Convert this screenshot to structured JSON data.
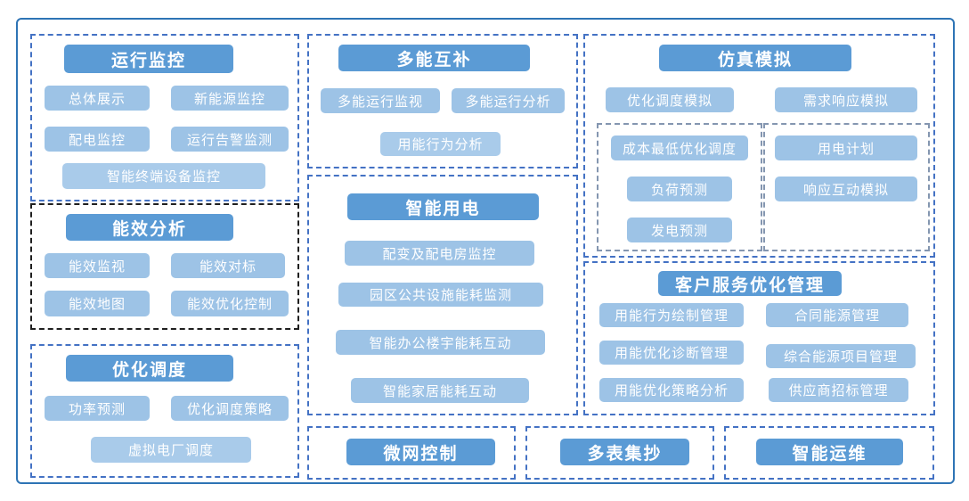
{
  "diagram_title": "",
  "colors": {
    "header_button_bg": "#5B9BD5",
    "item_button_bg": "#9DC3E6",
    "item_button_light_bg": "#A9CBEA",
    "button_text": "#FFFFFF",
    "section_dash_border": "#4472C4",
    "efficiency_section_dash_border": "#1F1F1F",
    "inner_group_dash_border": "#8496B0",
    "outer_frame_border": "#2E74B5",
    "background": "#FFFFFF"
  },
  "sections": [
    {
      "id": "operation-monitoring",
      "title": "运行监控",
      "items": [
        "总体展示",
        "新能源监控",
        "配电监控",
        "运行告警监测",
        "智能终端设备监控"
      ]
    },
    {
      "id": "energy-efficiency-analysis",
      "title": "能效分析",
      "items": [
        "能效监视",
        "能效对标",
        "能效地图",
        "能效优化控制"
      ]
    },
    {
      "id": "optimal-dispatch",
      "title": "优化调度",
      "items": [
        "功率预测",
        "优化调度策略",
        "虚拟电厂调度"
      ]
    },
    {
      "id": "multi-energy-complementation",
      "title": "多能互补",
      "items": [
        "多能运行监视",
        "多能运行分析",
        "用能行为分析"
      ]
    },
    {
      "id": "smart-power-consumption",
      "title": "智能用电",
      "items": [
        "配变及配电房监控",
        "园区公共设施能耗监测",
        "智能办公楼宇能耗互动",
        "智能家居能耗互动"
      ]
    },
    {
      "id": "simulation",
      "title": "仿真模拟",
      "items": [
        "优化调度模拟",
        "需求响应模拟"
      ],
      "subgroups": [
        {
          "items": [
            "成本最低优化调度",
            "负荷预测",
            "发电预测"
          ]
        },
        {
          "items": [
            "用电计划",
            "响应互动模拟"
          ]
        }
      ]
    },
    {
      "id": "customer-service-optimization",
      "title": "客户服务优化管理",
      "items": [
        "用能行为绘制管理",
        "合同能源管理",
        "用能优化诊断管理",
        "综合能源项目管理",
        "用能优化策略分析",
        "供应商招标管理"
      ]
    },
    {
      "id": "microgrid-control",
      "title": "微网控制",
      "items": []
    },
    {
      "id": "multi-meter-reading",
      "title": "多表集抄",
      "items": []
    },
    {
      "id": "intelligent-operation-maintenance",
      "title": "智能运维",
      "items": []
    }
  ]
}
